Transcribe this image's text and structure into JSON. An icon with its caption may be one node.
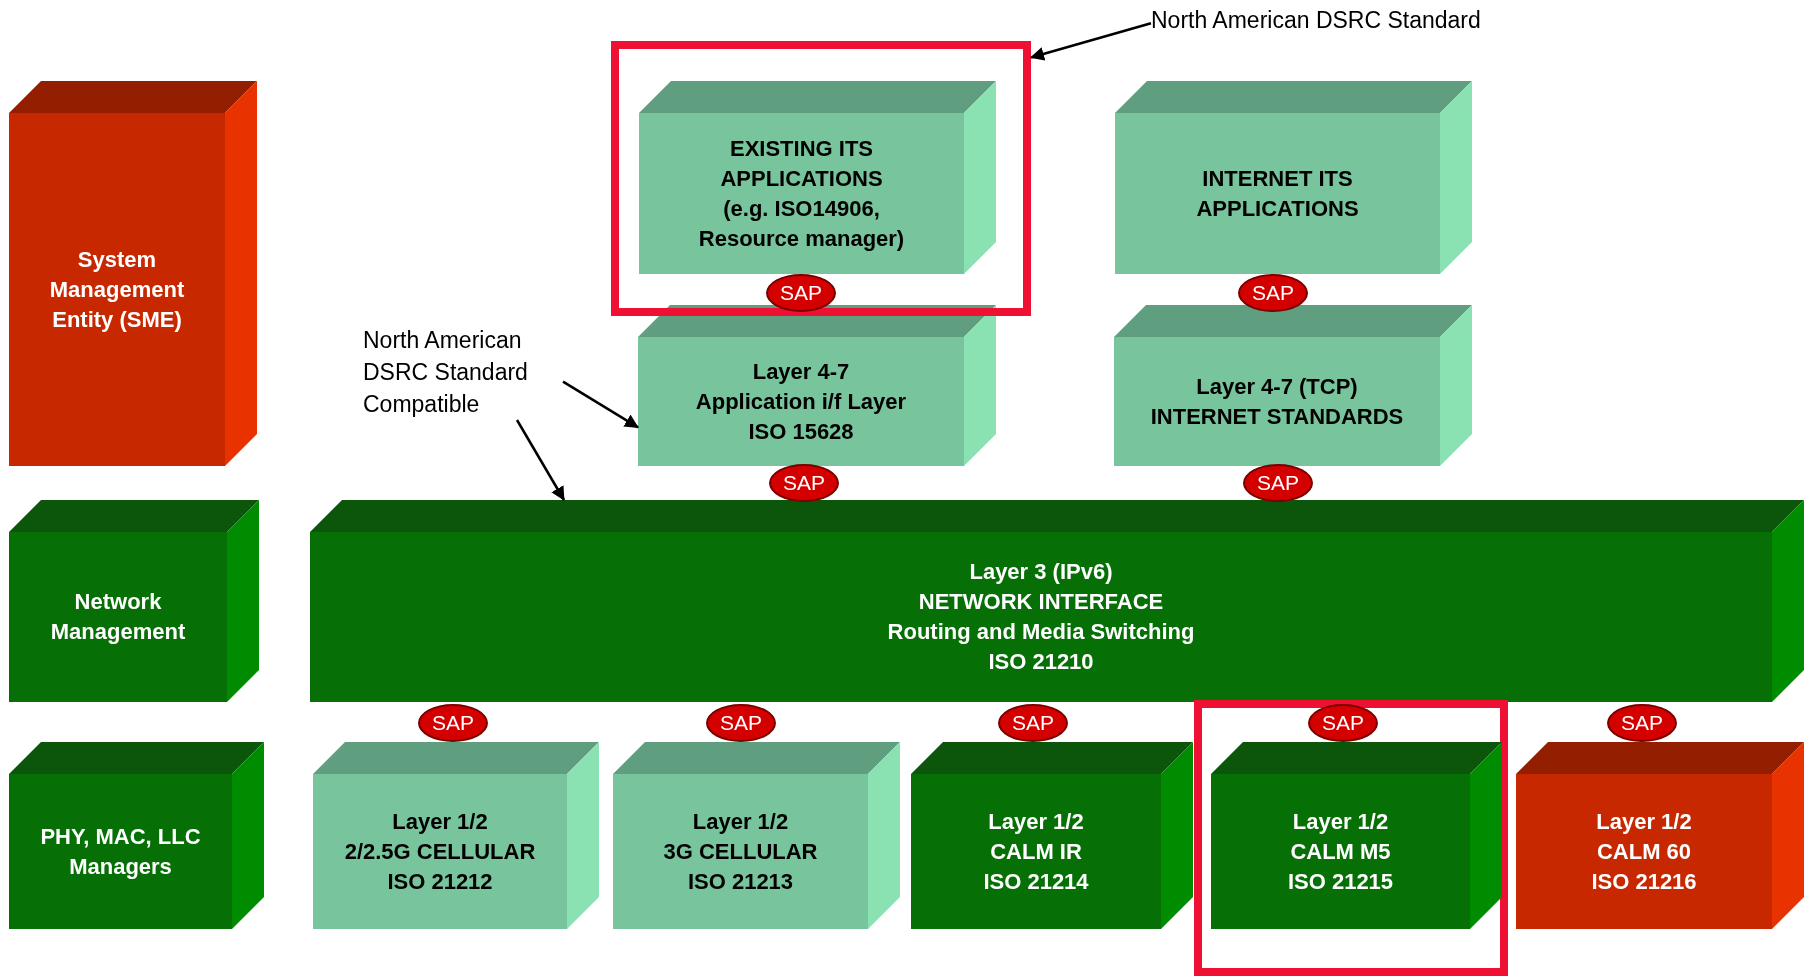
{
  "diagram": {
    "nodes": [
      {
        "text": [
          "North American DSRC Standard"
        ]
      },
      {
        "text": [
          "System Management Entity (SME)"
        ]
      },
      {
        "text": [],
        "shape": "box"
      },
      {
        "text": [
          "EXISTING ITS APPLICATIONS",
          "(e.g. ISO14906, Resource manager)"
        ],
        "in": 2
      },
      {
        "text": [
          "INTERNET ITS APPLICATIONS"
        ]
      },
      {
        "text": [
          "SAP"
        ],
        "in": 2
      },
      {
        "text": [
          "SAP"
        ]
      },
      {
        "text": [
          "North American DSRC Standard Compatible"
        ]
      },
      {
        "text": [
          "Layer 4-7",
          "Application i/f Layer",
          "ISO 15628"
        ]
      },
      {
        "text": [
          "Layer 4-7 (TCP)",
          "INTERNET STANDARDS"
        ]
      },
      {
        "text": [
          "SAP"
        ]
      },
      {
        "text": [
          "SAP"
        ]
      },
      {
        "text": [
          "Network Management"
        ]
      },
      {
        "text": [
          "Layer 3 (IPv6)",
          "NETWORK INTERFACE",
          "Routing and Media Switching",
          "ISO 21210"
        ]
      },
      {
        "text": [
          "SAP"
        ]
      },
      {
        "text": [
          "SAP"
        ]
      },
      {
        "text": [
          "SAP"
        ]
      },
      {
        "text": [],
        "shape": "box"
      },
      {
        "text": [
          "SAP"
        ],
        "in": 17
      },
      {
        "text": [
          "SAP"
        ]
      },
      {
        "text": [
          "PHY, MAC, LLC Managers"
        ]
      },
      {
        "text": [
          "Layer 1/2",
          "2/2.5G CELLULAR",
          "ISO 21212"
        ]
      },
      {
        "text": [
          "Layer 1/2",
          "3G CELLULAR",
          "ISO 21213"
        ]
      },
      {
        "text": [
          "Layer 1/2",
          "CALM IR",
          "ISO 21214"
        ]
      },
      {
        "text": [
          "Layer 1/2",
          "CALM M5",
          "ISO 21215"
        ],
        "in": 17
      },
      {
        "text": [
          "Layer 1/2",
          "CALM 60",
          "ISO 21216"
        ]
      }
    ],
    "edges": [
      {
        "from": 0,
        "to": 2,
        "arrow": "to"
      },
      {
        "from": 7,
        "to": 8,
        "arrow": "to"
      },
      {
        "from": 7,
        "to": 13,
        "arrow": "to"
      }
    ]
  }
}
